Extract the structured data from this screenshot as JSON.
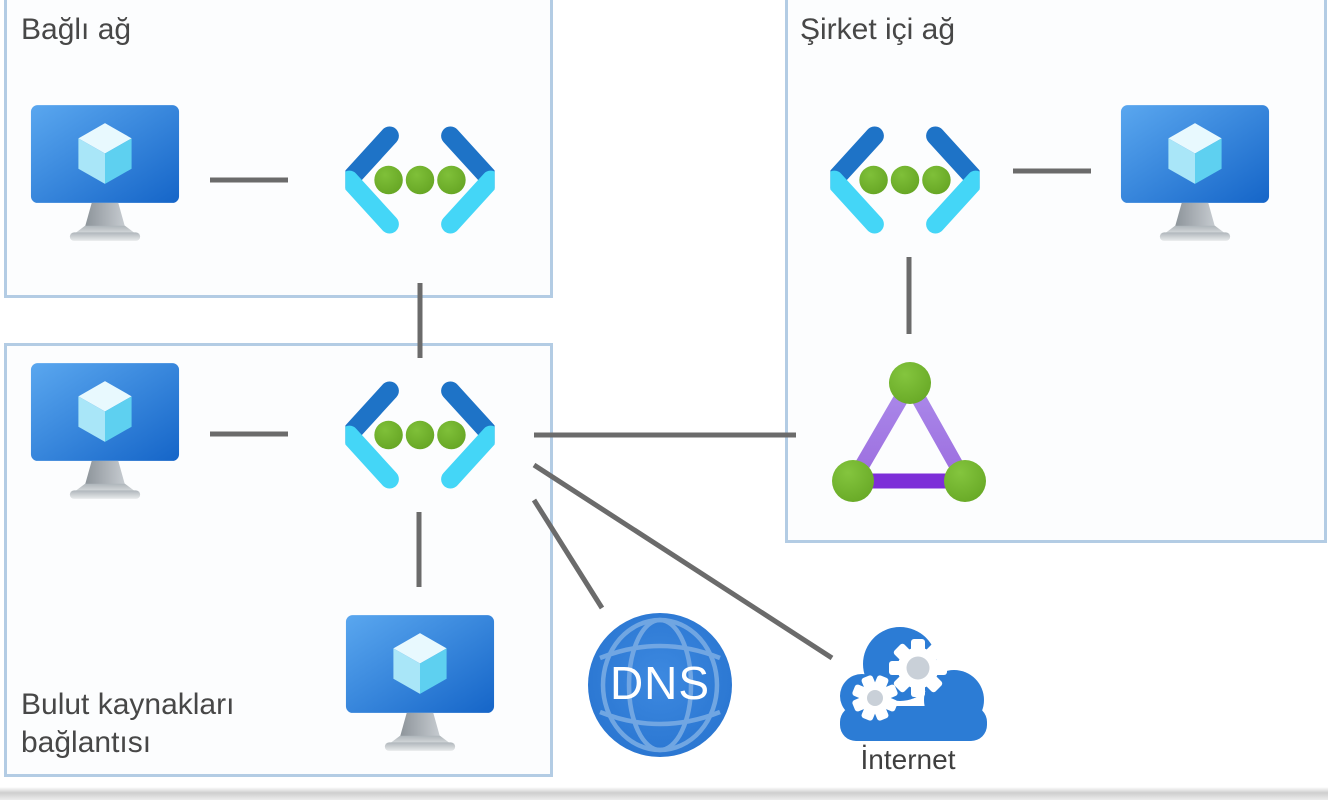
{
  "boxes": {
    "connected": {
      "label": "Bağlı ağ"
    },
    "cloud_resources": {
      "label_line1": "Bulut kaynakları",
      "label_line2": "bağlantısı"
    },
    "onprem": {
      "label": "Şirket içi ağ"
    }
  },
  "nodes": {
    "dns": {
      "label": "DNS"
    },
    "internet": {
      "label": "İnternet"
    }
  },
  "icons": {
    "virtual_machine": "monitor-with-light-blue-cube",
    "virtual_network": "blue-chevrons-with-three-green-dots",
    "local_network_gateway": "purple-triangle-with-green-corner-nodes",
    "dns": "blue-globe-with-dns-text",
    "internet": "blue-cloud-with-white-gears"
  },
  "connections": [
    {
      "from": "connected-network-vnet",
      "to": "connected-network-vm"
    },
    {
      "from": "connected-network-vnet",
      "to": "cloud-resources-vnet"
    },
    {
      "from": "cloud-resources-vnet",
      "to": "cloud-resources-vm-left"
    },
    {
      "from": "cloud-resources-vnet",
      "to": "cloud-resources-vm-bottom"
    },
    {
      "from": "cloud-resources-vnet",
      "to": "local-network-gateway"
    },
    {
      "from": "cloud-resources-vnet",
      "to": "dns"
    },
    {
      "from": "cloud-resources-vnet",
      "to": "internet"
    },
    {
      "from": "onprem-vnet",
      "to": "onprem-vm"
    },
    {
      "from": "onprem-vnet",
      "to": "local-network-gateway"
    }
  ],
  "colors": {
    "box_border": "#b3cce4",
    "box_background": "#fcfdfe",
    "connector_gray": "#6b6b6b",
    "vnet_dark_blue": "#1e73c7",
    "vnet_cyan": "#44d6f7",
    "dot_green": "#6fae2a",
    "gateway_purple_light": "#a47ee6",
    "gateway_purple_dark": "#7d2ed8",
    "dns_blue": "#2b77d2",
    "cloud_blue": "#2c7cd5",
    "label_text": "#474747"
  }
}
